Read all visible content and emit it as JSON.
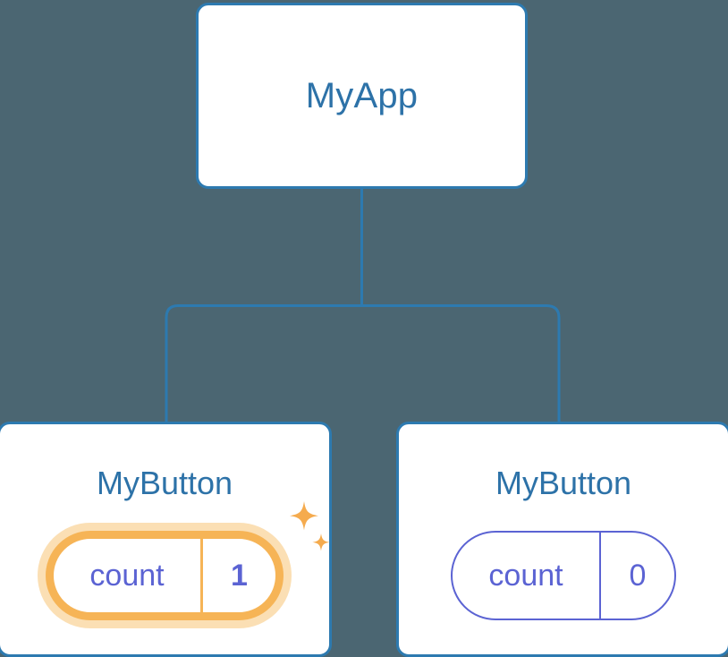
{
  "diagram": {
    "type": "component-tree",
    "background_color": "#4b6672",
    "node_border_color": "#2d7ab0",
    "node_title_color": "#2d72a8",
    "connector_color": "#2d7ab0",
    "state_color": "#5b63d3",
    "highlight_color": "#f6b456",
    "highlight_glow_color": "#fbdfb4"
  },
  "root": {
    "title": "MyApp"
  },
  "children": [
    {
      "title": "MyButton",
      "state_key": "count",
      "state_value": "1",
      "highlighted": true,
      "sparkle_large": "sparkle-icon",
      "sparkle_small": "sparkle-icon"
    },
    {
      "title": "MyButton",
      "state_key": "count",
      "state_value": "0",
      "highlighted": false
    }
  ]
}
